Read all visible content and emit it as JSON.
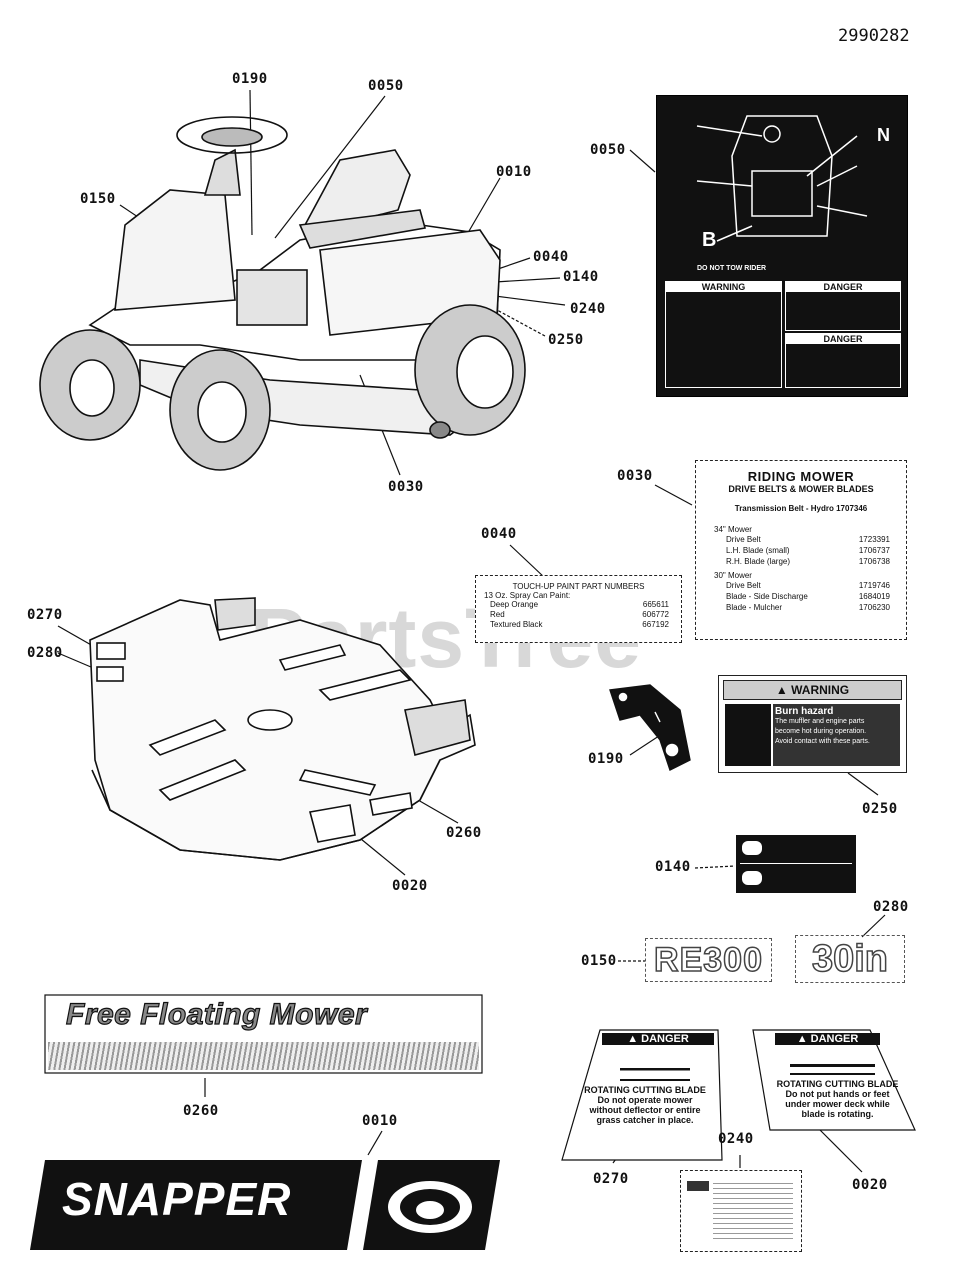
{
  "diagram_number": "2990282",
  "watermark": "PartsTree",
  "watermark_tm": "TM",
  "callouts": {
    "c0190_top": "0190",
    "c0050_top": "0050",
    "c0010_top": "0010",
    "c0150_top": "0150",
    "c0040_top": "0040",
    "c0140_top": "0140",
    "c0240_top": "0240",
    "c0250_top": "0250",
    "c0030_mower": "0030",
    "c0050_decal": "0050",
    "c0030_decal": "0030",
    "c0040_decal": "0040",
    "c0270": "0270",
    "c0280": "0280",
    "c0260_deck": "0260",
    "c0020_deck": "0020",
    "c0190_decal": "0190",
    "c0250_decal": "0250",
    "c0140_decal": "0140",
    "c0280_decal": "0280",
    "c0150_decal": "0150",
    "c0260_decal": "0260",
    "c0010_decal": "0010",
    "c0240_decal": "0240",
    "c0270_decal": "0270",
    "c0020_decal": "0020"
  },
  "belt_decal": {
    "title": "RIDING  MOWER",
    "subtitle": "DRIVE BELTS & MOWER BLADES",
    "transmission": "Transmission Belt - Hydro 1707346",
    "group1_title": "34\" Mower",
    "group1": [
      {
        "name": "Drive Belt",
        "part": "1723391"
      },
      {
        "name": "L.H. Blade   (small)",
        "part": "1706737"
      },
      {
        "name": "R.H. Blade   (large)",
        "part": "1706738"
      }
    ],
    "group2_title": "30\" Mower",
    "group2": [
      {
        "name": "Drive Belt",
        "part": "1719746"
      },
      {
        "name": "Blade - Side Discharge",
        "part": "1684019"
      },
      {
        "name": "Blade - Mulcher",
        "part": "1706230"
      }
    ]
  },
  "paint_decal": {
    "title": "TOUCH-UP PAINT PART NUMBERS",
    "subtitle": "13 Oz. Spray Can Paint:",
    "items": [
      {
        "name": "Deep Orange",
        "part": "665611"
      },
      {
        "name": "Red",
        "part": "606772"
      },
      {
        "name": "Textured Black",
        "part": "667192"
      }
    ]
  },
  "warning_decal": {
    "header": "WARNING",
    "hazard": "Burn hazard",
    "line1": "The muffler and engine parts",
    "line2": "become hot during operation.",
    "line3": "Avoid contact with these parts."
  },
  "danger_left": {
    "header": "DANGER",
    "title": "ROTATING CUTTING BLADE",
    "line1": "Do not operate mower",
    "line2": "without deflector or entire",
    "line3": "grass catcher in place."
  },
  "danger_right": {
    "header": "DANGER",
    "title": "ROTATING CUTTING BLADE",
    "line1": "Do not put hands or feet",
    "line2": "under mower deck while",
    "line3": "blade is rotating."
  },
  "model_decal": "RE300",
  "size_decal": "30in",
  "free_floating": "Free Floating Mower",
  "brand": "SNAPPER",
  "control_decal": {
    "warning1": "WARNING",
    "danger1": "DANGER",
    "danger2": "DANGER",
    "tow": "DO NOT TOW RIDER"
  }
}
